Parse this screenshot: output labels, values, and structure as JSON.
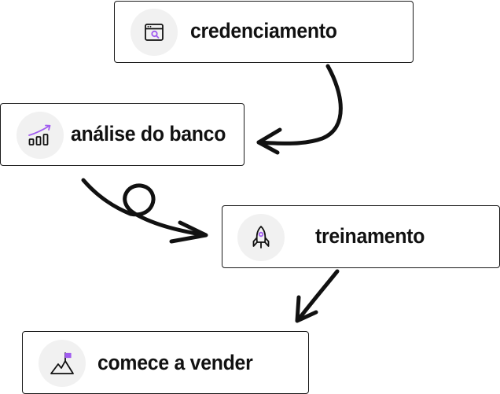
{
  "colors": {
    "accent": "#a15cf0",
    "ink": "#111111",
    "border": "#1a1a1a",
    "icon_bg": "#f1f1f1"
  },
  "steps": [
    {
      "label": "credenciamento",
      "icon": "browser-search-icon"
    },
    {
      "label": "análise do banco",
      "icon": "growth-chart-icon"
    },
    {
      "label": "treinamento",
      "icon": "rocket-icon"
    },
    {
      "label": "comece a vender",
      "icon": "mountain-flag-icon"
    }
  ]
}
